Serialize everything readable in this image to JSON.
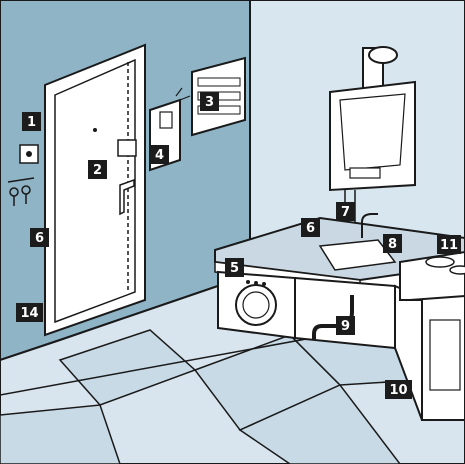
{
  "colors": {
    "left_wall": "#8fb4c6",
    "right_wall": "#d8e6ef",
    "floor": "#d9e5ee",
    "outline": "#1a1a1a",
    "appliance": "#ffffff",
    "counter": "#c9d8e2",
    "label_bg": "#1c1c1c",
    "label_text": "#ffffff"
  },
  "labels": {
    "front_door_panel": "1",
    "front_door": "2",
    "electrical_panel": "3",
    "intercom": "4",
    "washing_machine": "5",
    "hallway_wall": "6",
    "worktop": "6",
    "boiler_pipe": "7",
    "kitchen_tap": "8",
    "sink_siphon": "9",
    "sink_cabinet": "10",
    "gas_hob": "11",
    "floor_corner": "14"
  }
}
